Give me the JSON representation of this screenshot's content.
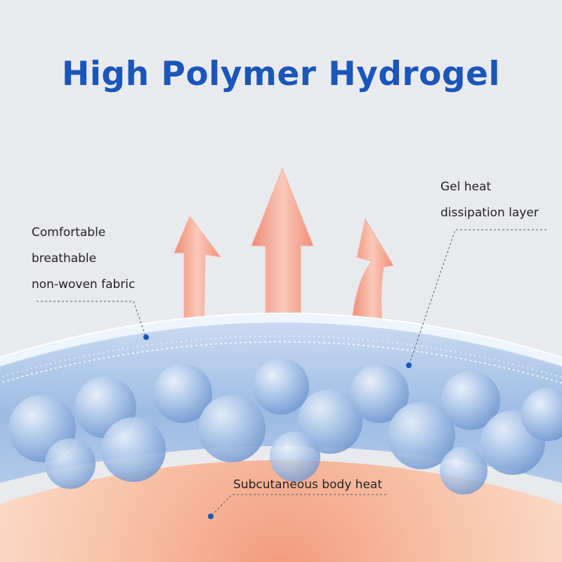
{
  "title": "High Polymer Hydrogel",
  "labels": {
    "fabric": [
      "Comfortable",
      "breathable",
      "non-woven fabric"
    ],
    "gel": [
      "Gel heat",
      "dissipation layer"
    ],
    "body": "Subcutaneous body heat"
  },
  "colors": {
    "title": "#1b56b8",
    "background": "#e9eaee",
    "arrow": "#f3a594",
    "skin": "#f6b99a",
    "gel": "#a9c4e6",
    "marker": "#1b56b8"
  }
}
